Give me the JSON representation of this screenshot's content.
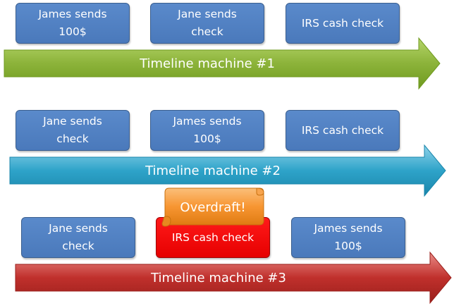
{
  "timelines": [
    {
      "label": "Timeline machine #1",
      "events": [
        {
          "line1": "James sends",
          "line2": "100$"
        },
        {
          "line1": "Jane sends",
          "line2": "check"
        },
        {
          "line1": "IRS cash check",
          "line2": ""
        }
      ]
    },
    {
      "label": "Timeline machine #2",
      "events": [
        {
          "line1": "Jane sends",
          "line2": "check"
        },
        {
          "line1": "James sends",
          "line2": "100$"
        },
        {
          "line1": "IRS cash check",
          "line2": ""
        }
      ]
    },
    {
      "label": "Timeline machine #3",
      "events": [
        {
          "line1": "Jane sends",
          "line2": "check"
        },
        {
          "line1": "IRS cash check",
          "line2": ""
        },
        {
          "line1": "James sends",
          "line2": "100$"
        }
      ]
    }
  ],
  "callout": {
    "label": "Overdraft!"
  },
  "colors": {
    "box_blue": "#4f81bd",
    "box_red": "#ff0000",
    "arrow_green": "#8cb33a",
    "arrow_blue": "#2ea3c9",
    "arrow_red": "#c0302c",
    "callout_orange": "#f79632"
  }
}
